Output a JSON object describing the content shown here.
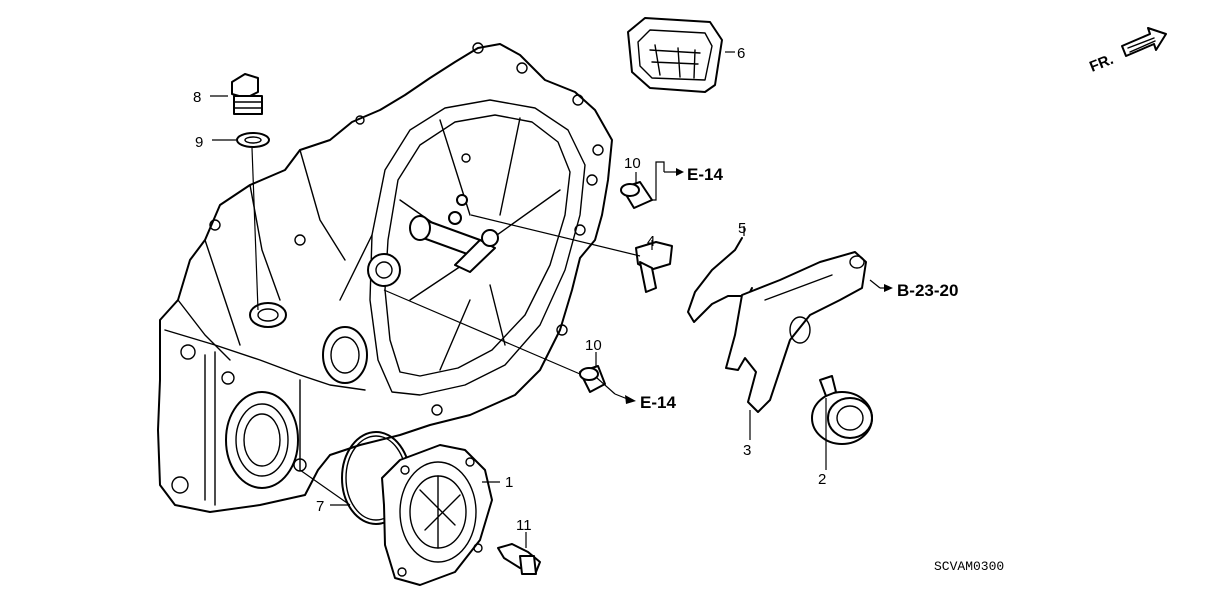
{
  "callouts": {
    "c1": "1",
    "c2": "2",
    "c3": "3",
    "c4": "4",
    "c5": "5",
    "c6": "6",
    "c7": "7",
    "c8": "8",
    "c9": "9",
    "c10a": "10",
    "c10b": "10",
    "c11": "11"
  },
  "references": {
    "e14_top": "E-14",
    "e14_bottom": "E-14",
    "b2320": "B-23-20"
  },
  "front_marker": "FR.",
  "diagram_code": "SCVAM0300"
}
